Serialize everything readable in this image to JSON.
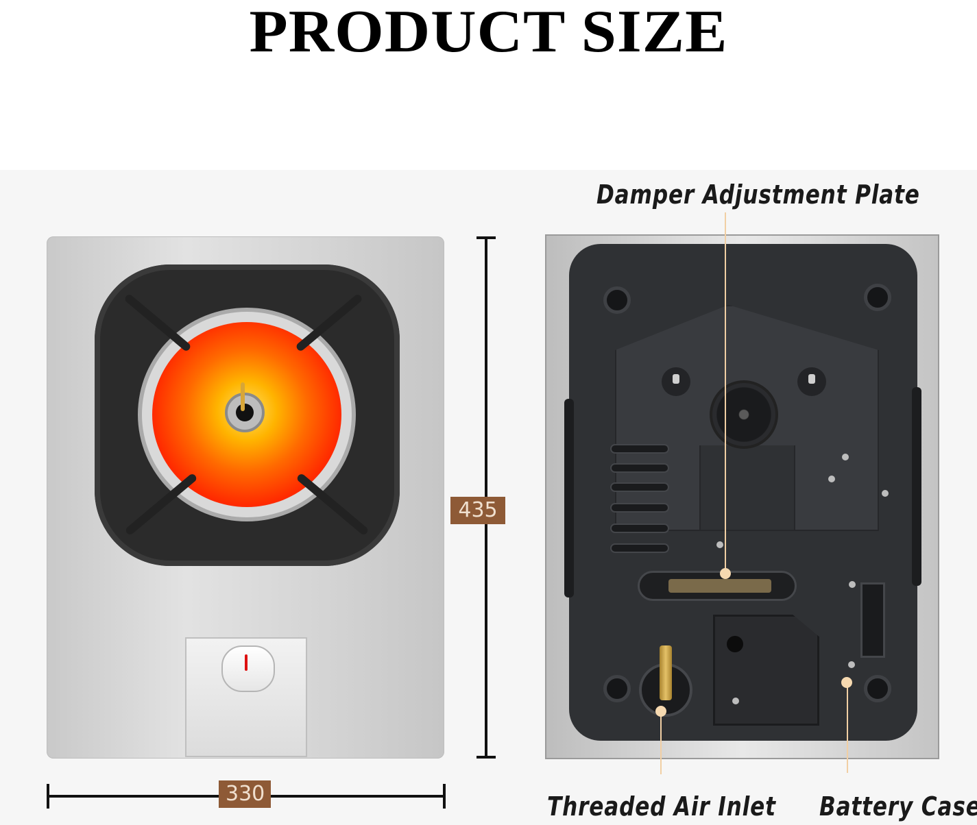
{
  "title": "PRODUCT SIZE",
  "dimensions": {
    "height_label": "435",
    "width_label": "330"
  },
  "callouts": {
    "damper": "Damper Adjustment Plate",
    "air_inlet": "Threaded Air Inlet",
    "battery": "Battery Case"
  },
  "colors": {
    "dimension_label_bg": "#8e5a36",
    "leader_line": "#f1cfa4",
    "flame": "#ff4a00"
  }
}
